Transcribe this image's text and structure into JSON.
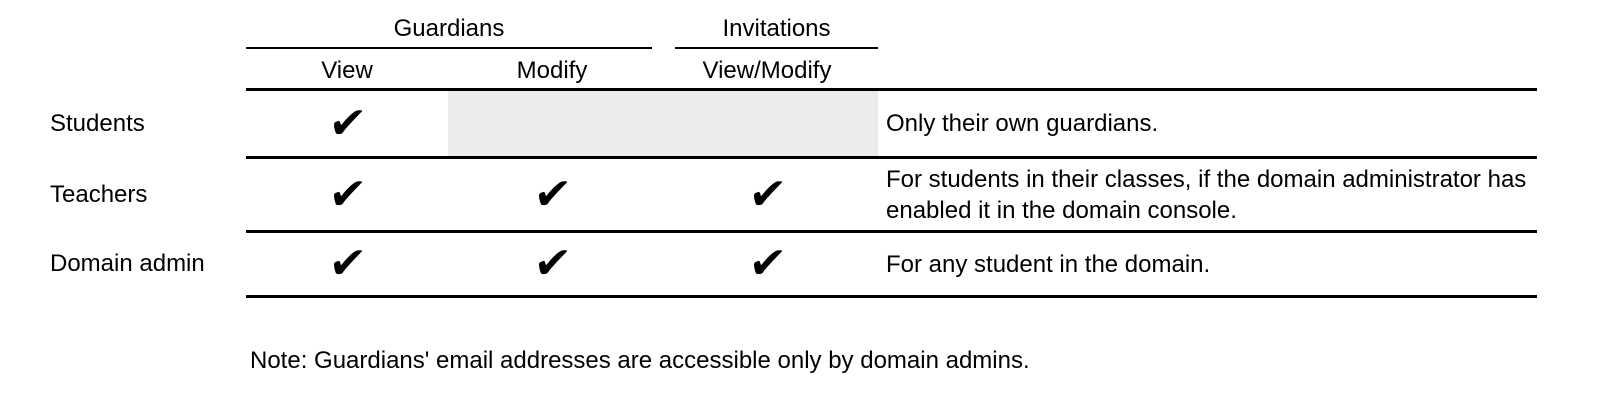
{
  "table": {
    "column_groups": [
      {
        "label": "Guardians"
      },
      {
        "label": "Invitations"
      }
    ],
    "subheaders": {
      "view": "View",
      "modify": "Modify",
      "view_modify": "View/Modify"
    },
    "rows": [
      {
        "label": "Students",
        "view": "✔",
        "modify": "",
        "view_modify": "",
        "modify_disabled": true,
        "description": "Only their own guardians."
      },
      {
        "label": "Teachers",
        "view": "✔",
        "modify": "✔",
        "view_modify": "✔",
        "modify_disabled": false,
        "description": "For students in their classes, if the domain administrator has enabled it in the domain console."
      },
      {
        "label": "Domain admin",
        "view": "✔",
        "modify": "✔",
        "view_modify": "✔",
        "modify_disabled": false,
        "description": "For any student in the domain."
      }
    ]
  },
  "note": "Note: Guardians' email addresses are accessible only by domain admins.",
  "colors": {
    "background": "#ffffff",
    "text": "#000000",
    "rule": "#000000",
    "disabled_cell": "#ececec"
  }
}
